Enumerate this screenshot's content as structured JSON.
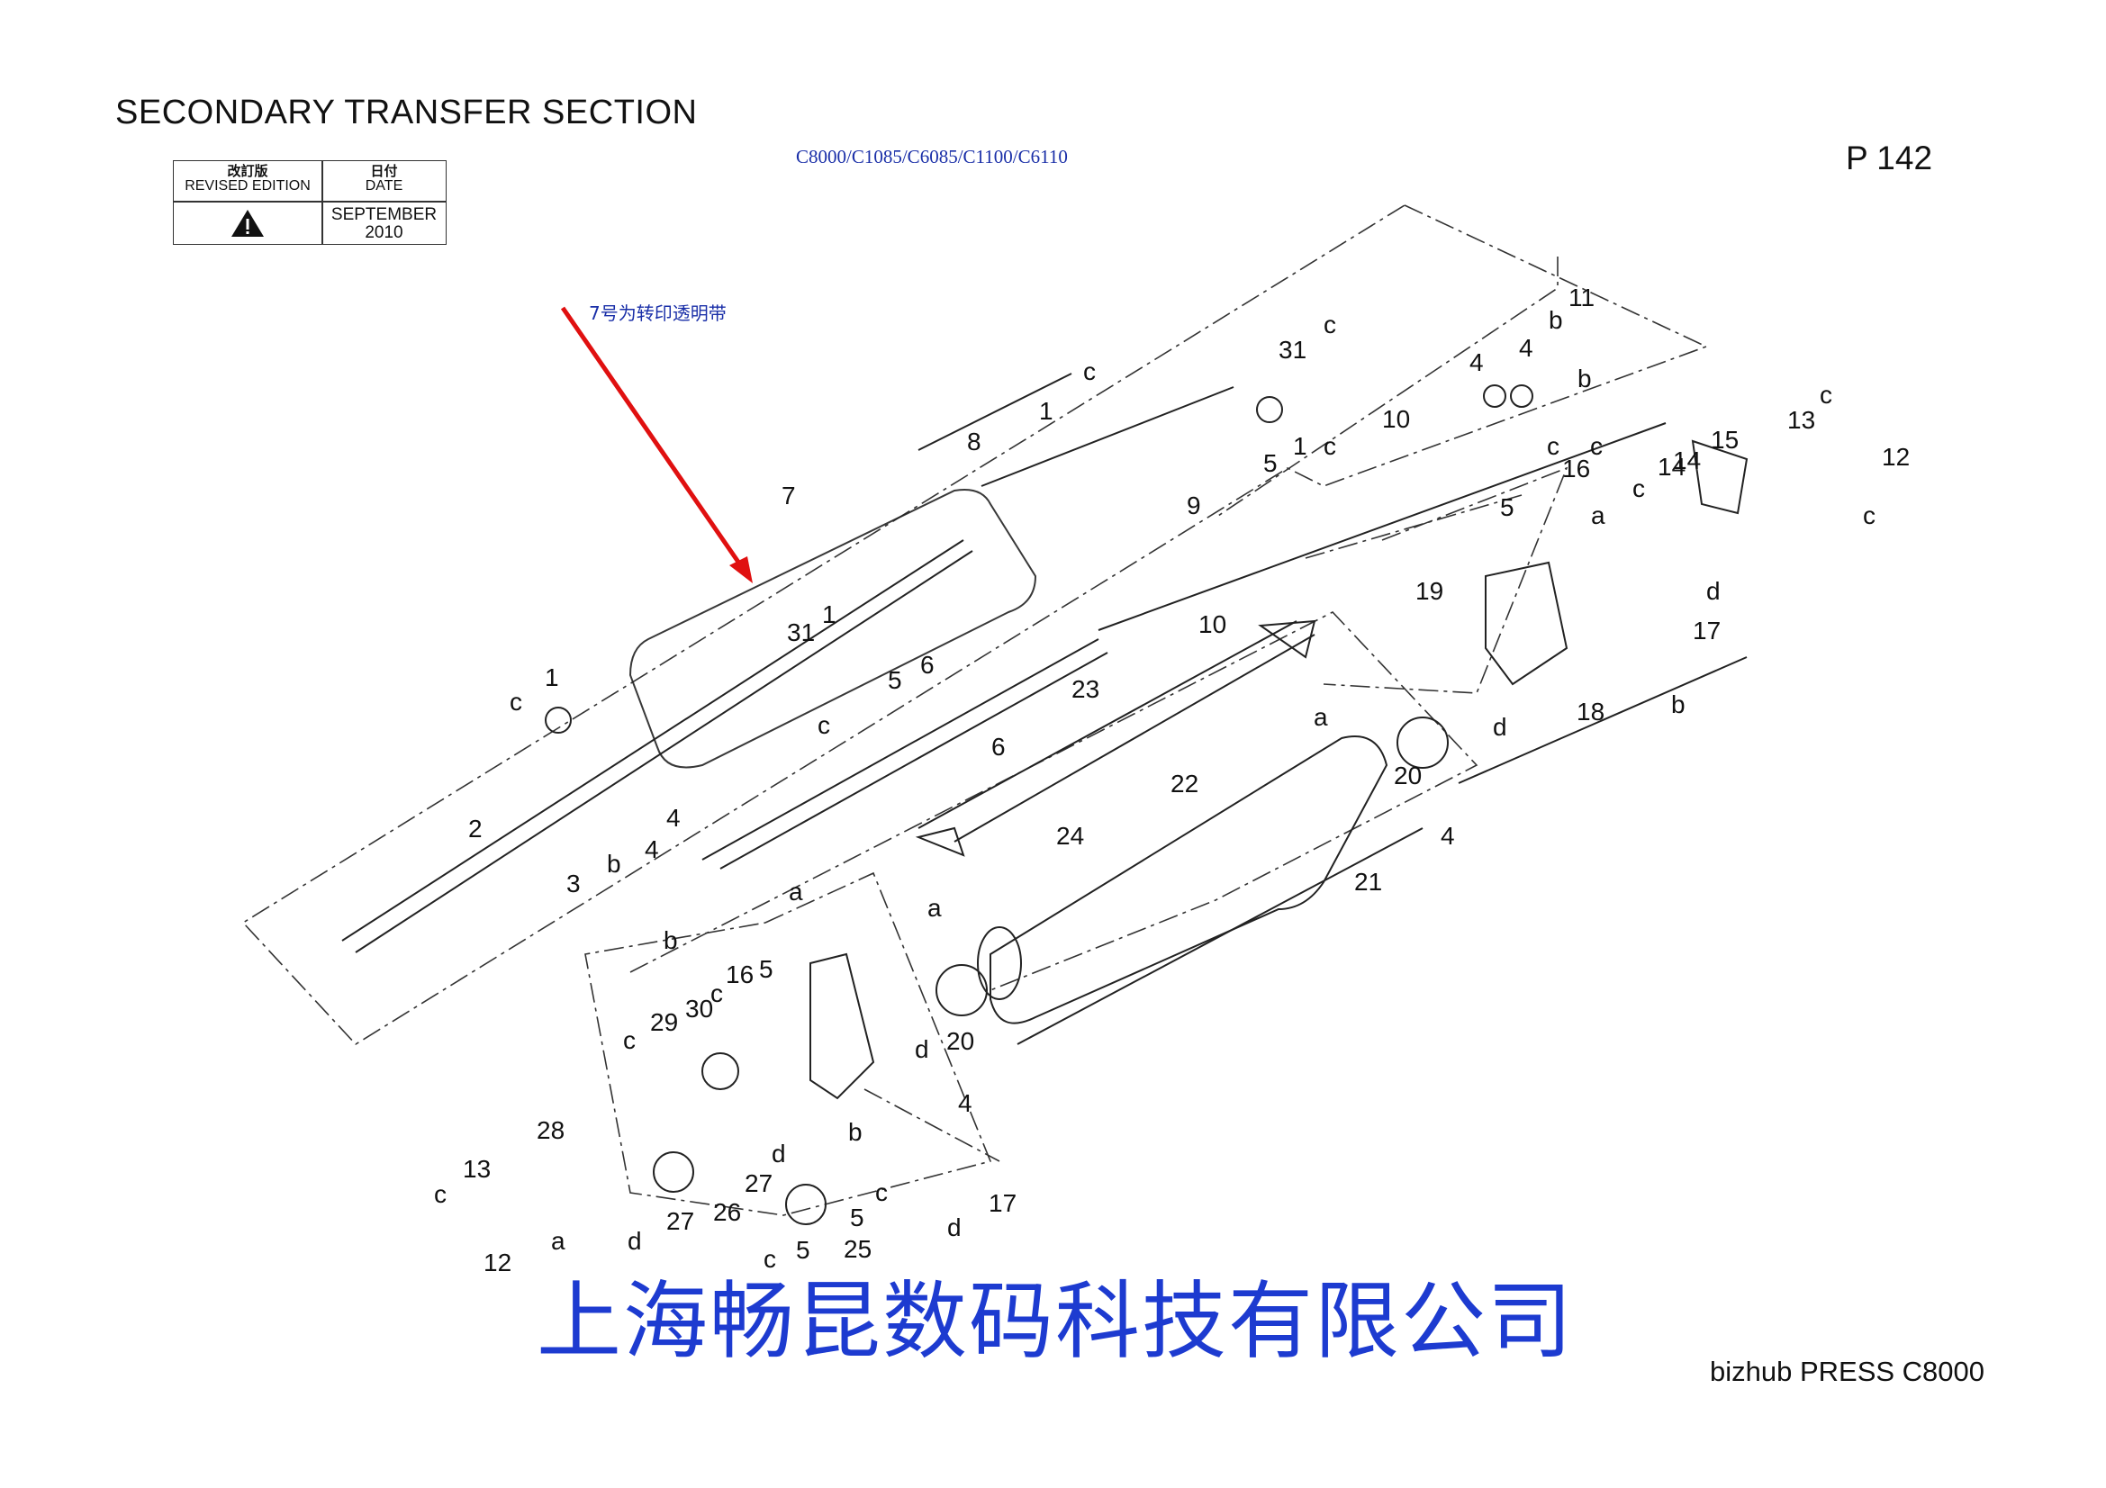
{
  "header": {
    "section_title": "SECONDARY TRANSFER SECTION",
    "models": "C8000/C1085/C6085/C1100/C6110",
    "page": "P 142"
  },
  "revision_table": {
    "col1_zh": "改訂版",
    "col1_en": "REVISED EDITION",
    "col2_zh": "日付",
    "col2_en": "DATE",
    "date_line1": "SEPTEMBER",
    "date_line2": "2010",
    "symbol": "warning-triangle"
  },
  "annotation": {
    "note": "7号为转印透明带",
    "arrow_color": "#e01010"
  },
  "footer": {
    "company": "上海畅昆数码科技有限公司",
    "product": "bizhub PRESS C8000"
  },
  "colors": {
    "note_blue": "#1a2fa8",
    "company_blue": "#1d3bd0",
    "arrow_red": "#e01010"
  },
  "callouts": [
    "11",
    "c",
    "b",
    "4",
    "4",
    "b",
    "31",
    "c",
    "1",
    "c",
    "8",
    "7",
    "5",
    "1",
    "9",
    "10",
    "16",
    "c",
    "14",
    "15",
    "14",
    "13",
    "c",
    "c",
    "12",
    "5",
    "c",
    "a",
    "c",
    "d",
    "17",
    "19",
    "10",
    "1",
    "31",
    "5",
    "6",
    "1",
    "c",
    "c",
    "23",
    "18",
    "b",
    "a",
    "d",
    "20",
    "22",
    "6",
    "24",
    "4",
    "21",
    "2",
    "4",
    "b",
    "4",
    "3",
    "b",
    "a",
    "a",
    "16",
    "5",
    "c",
    "29",
    "30",
    "c",
    "20",
    "d",
    "4",
    "b",
    "28",
    "13",
    "c",
    "27",
    "26",
    "d",
    "27",
    "d",
    "c",
    "5",
    "5",
    "25",
    "c",
    "17",
    "d",
    "a",
    "12"
  ]
}
